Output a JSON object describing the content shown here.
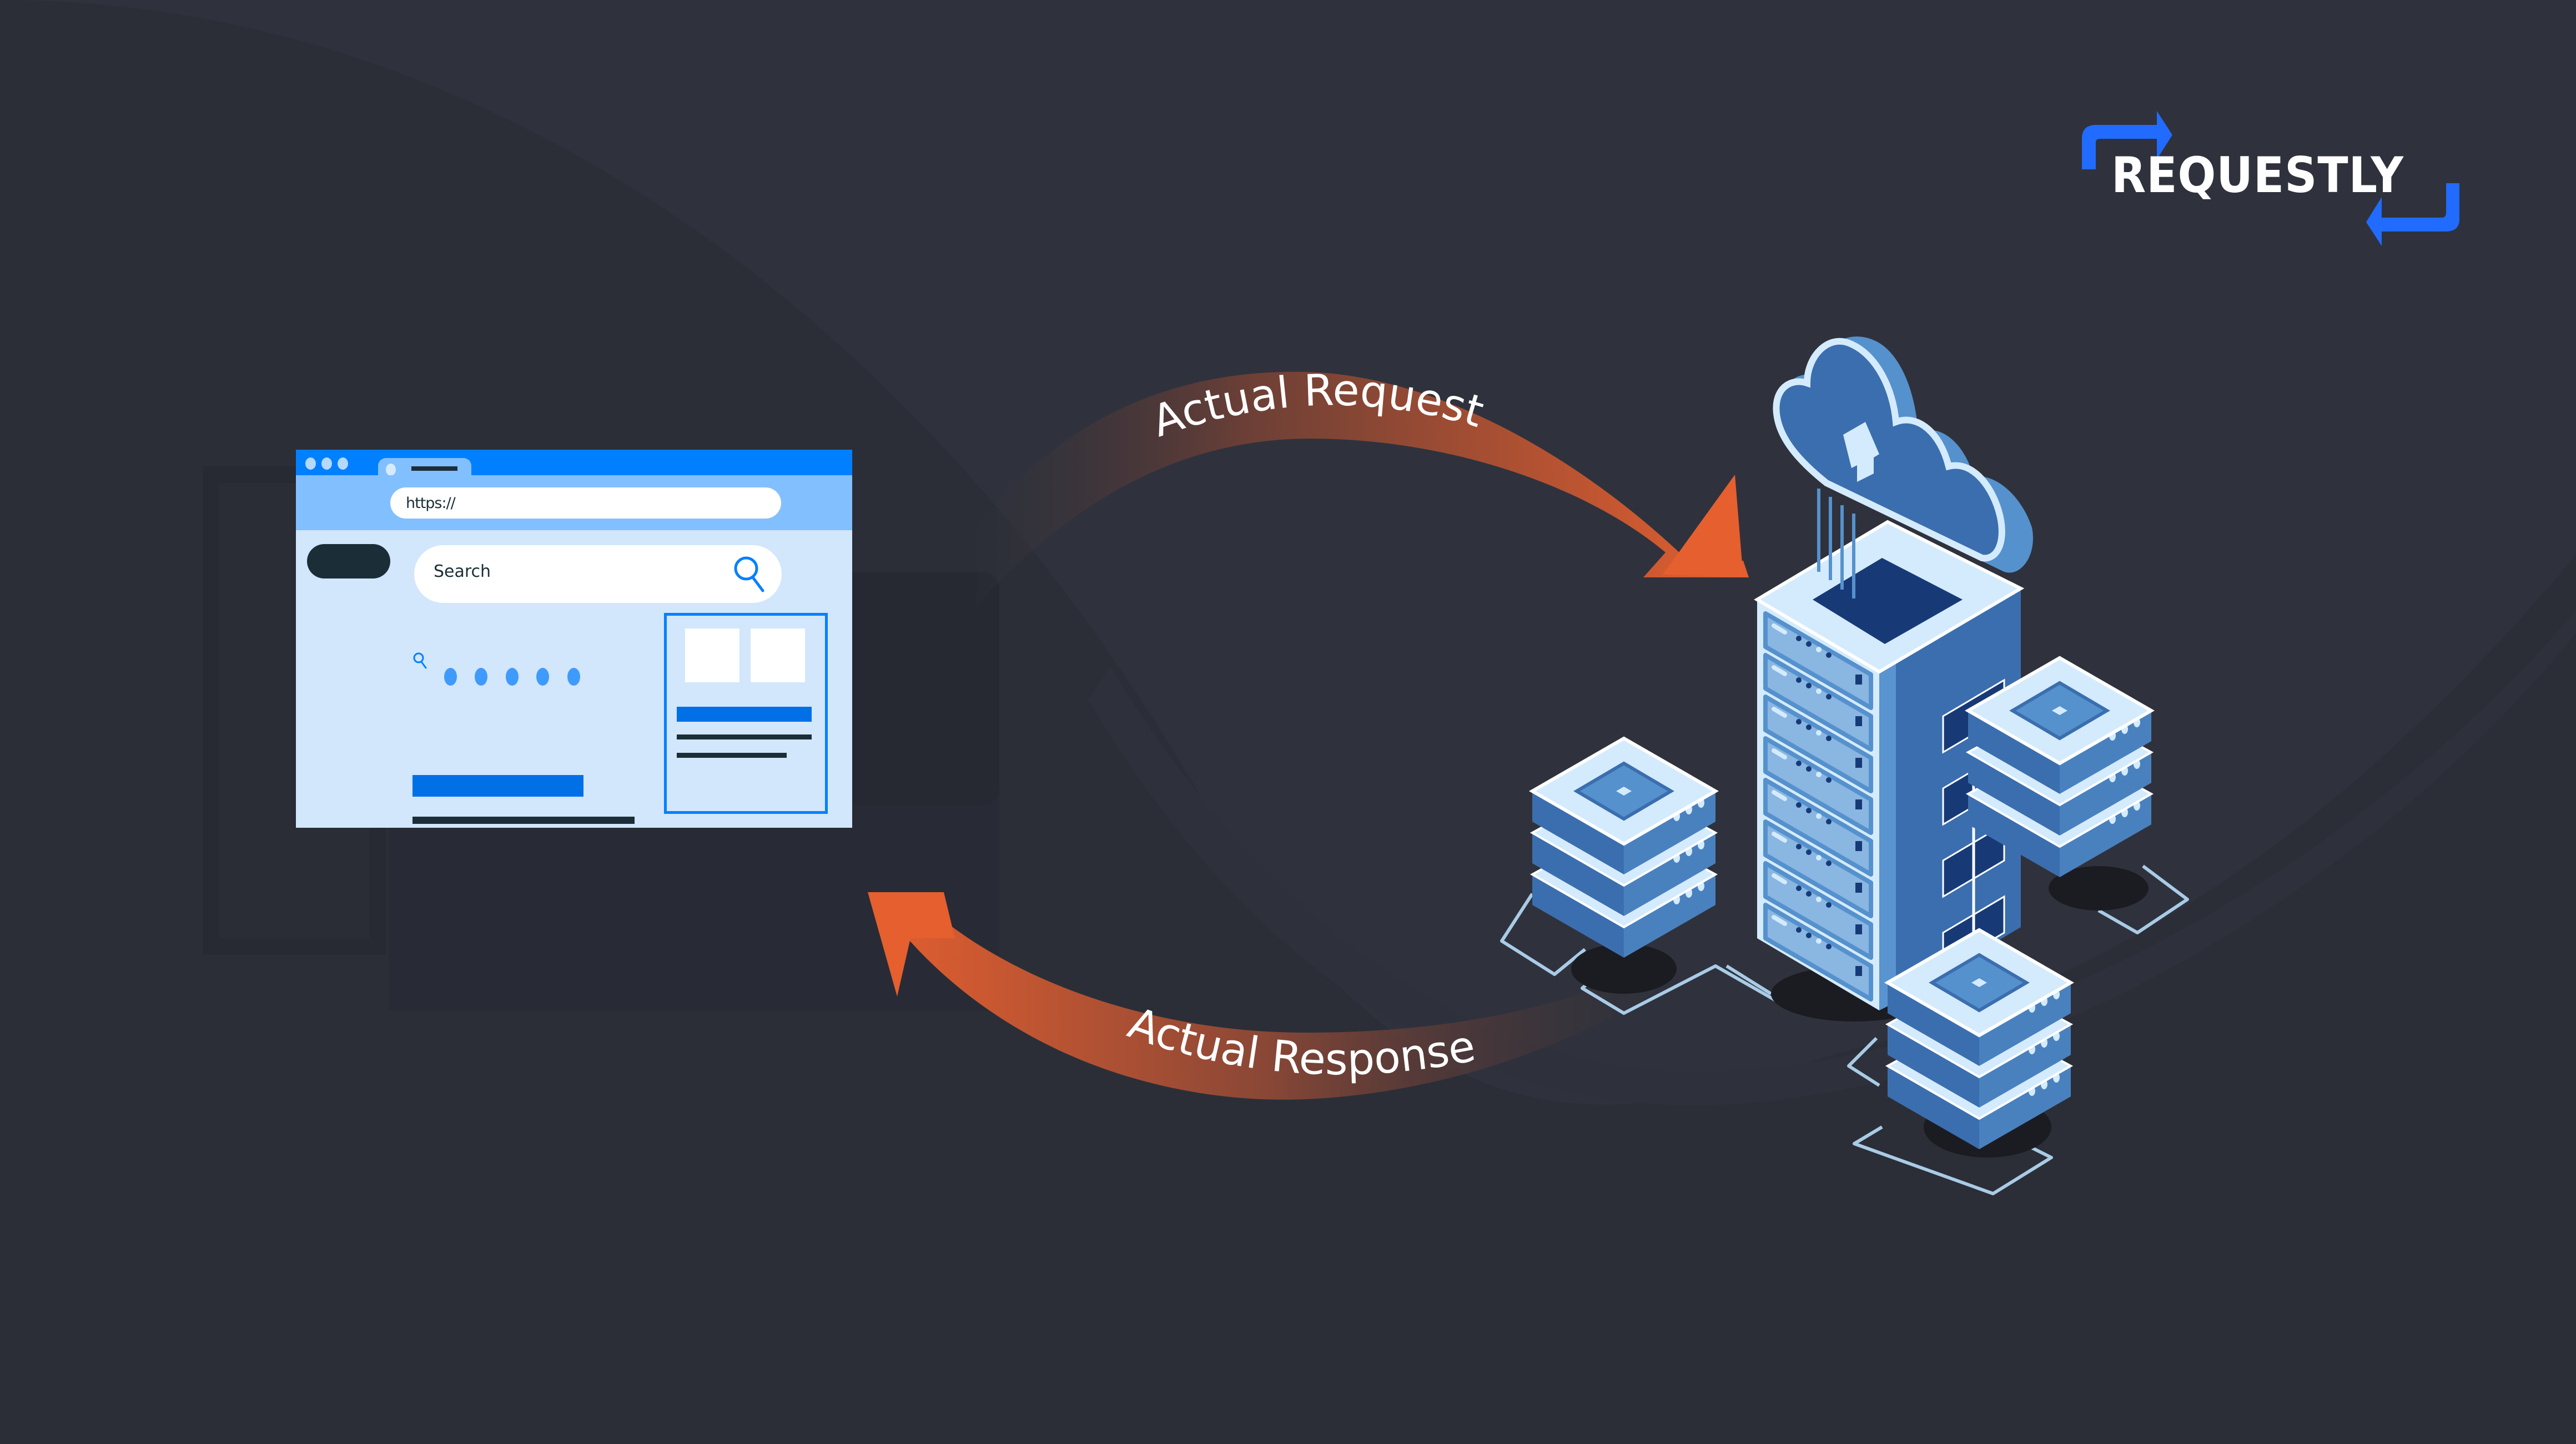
{
  "brand": {
    "name": "REQUESTLY",
    "accent_color": "#216bff",
    "text_color": "#ffffff"
  },
  "background": {
    "color": "#2b2e37"
  },
  "browser": {
    "url_text": "https://",
    "search_placeholder": "Search",
    "window_dots": 3,
    "result_dots": 5,
    "titlebar_color": "#0080ff",
    "addressbar_color": "#82bfff",
    "content_color": "#d2e6fc"
  },
  "flows": {
    "request": {
      "label": "Actual Request",
      "direction": "client-to-server",
      "color": "#e55f2f"
    },
    "response": {
      "label": "Actual Response",
      "direction": "server-to-client",
      "color": "#e55f2f"
    }
  },
  "server": {
    "cloud_icon": "cloud-upload-icon",
    "rack_units": 8,
    "side_stacks": 3,
    "primary_color": "#3b6eae",
    "light_color": "#d4ebfd"
  }
}
